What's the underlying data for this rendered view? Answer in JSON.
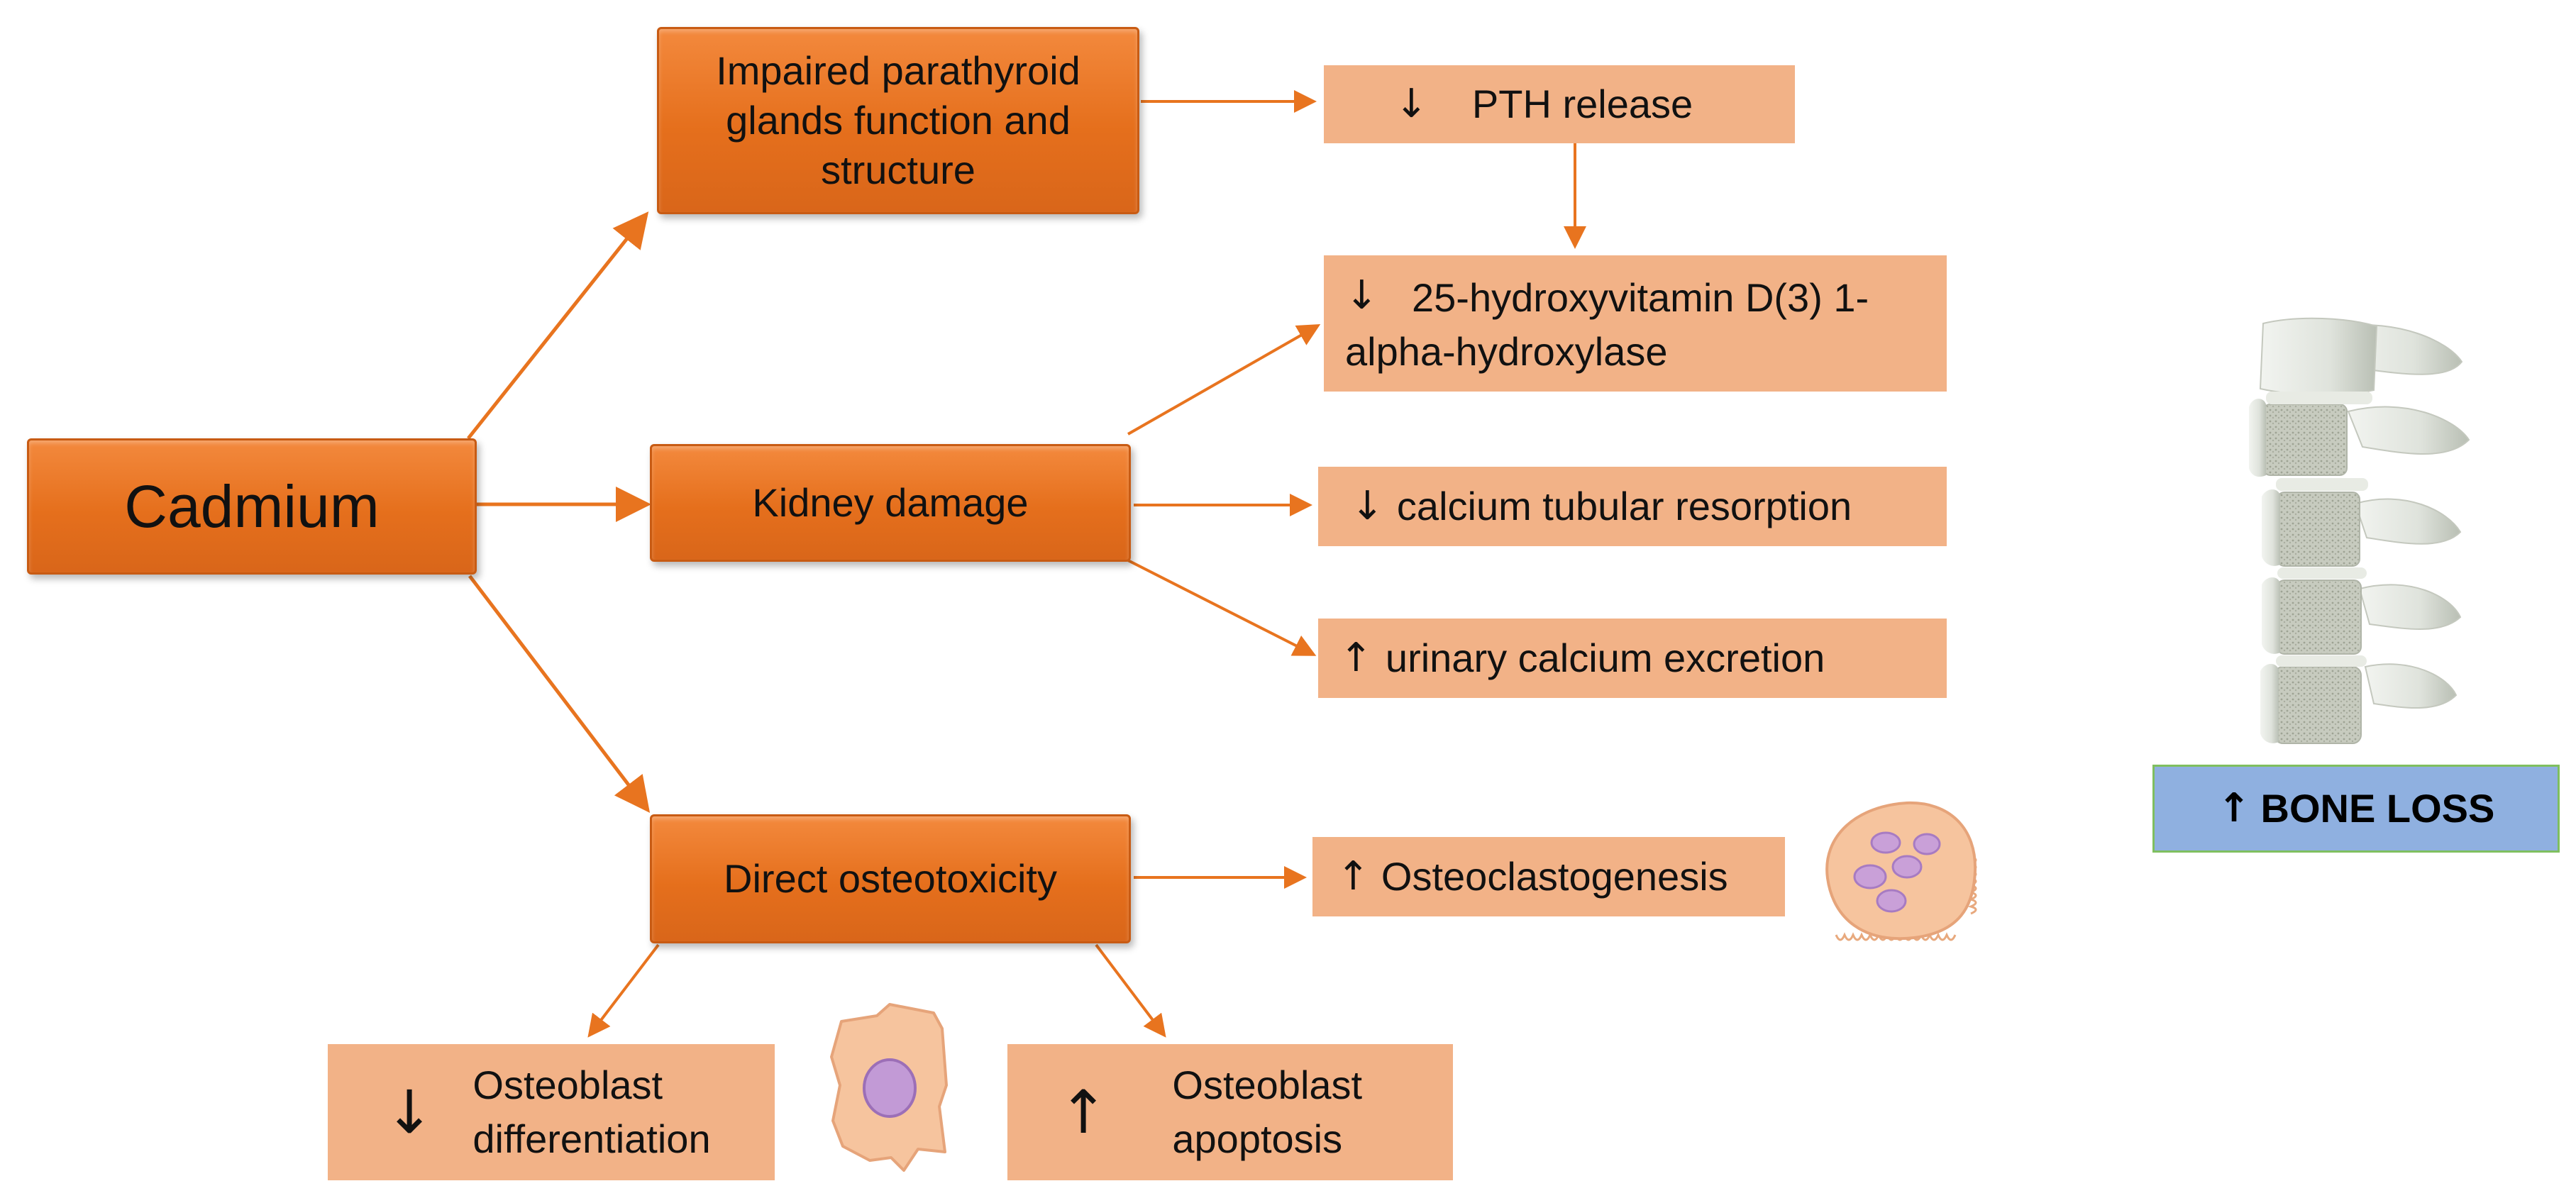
{
  "colors": {
    "primary_fill": "#e8741f",
    "effect_fill": "#f2b287",
    "arrow": "#e8741f",
    "bone_loss_fill": "#8fb0e0",
    "bone_loss_border": "#7fbf5f"
  },
  "source": {
    "label": "Cadmium"
  },
  "mechanisms": {
    "parathyroid": "Impaired parathyroid glands function and structure",
    "kidney": "Kidney damage",
    "osteotoxicity": "Direct osteotoxicity"
  },
  "effects": {
    "pth": {
      "arrow": "↓",
      "label": "PTH release"
    },
    "hydroxylase": {
      "arrow": "↓",
      "label": "25-hydroxyvitamin D(3) 1-alpha-hydroxylase"
    },
    "tubular": {
      "arrow": "↓",
      "label": "calcium tubular resorption"
    },
    "urinary": {
      "arrow": "↑",
      "label": "urinary calcium excretion"
    },
    "osteoclastogenesis": {
      "arrow": "↑",
      "label": "Osteoclastogenesis"
    },
    "osteoblast_diff": {
      "arrow": "↓",
      "label": "Osteoblast differentiation"
    },
    "osteoblast_apop": {
      "arrow": "↑",
      "label": "Osteoblast apoptosis"
    }
  },
  "outcome": {
    "arrow": "↑",
    "label": "BONE LOSS"
  },
  "icons": {
    "osteoclast": "osteoclast-cell-icon",
    "osteoblast": "osteoblast-cell-icon",
    "spine": "vertebrae-icon"
  }
}
